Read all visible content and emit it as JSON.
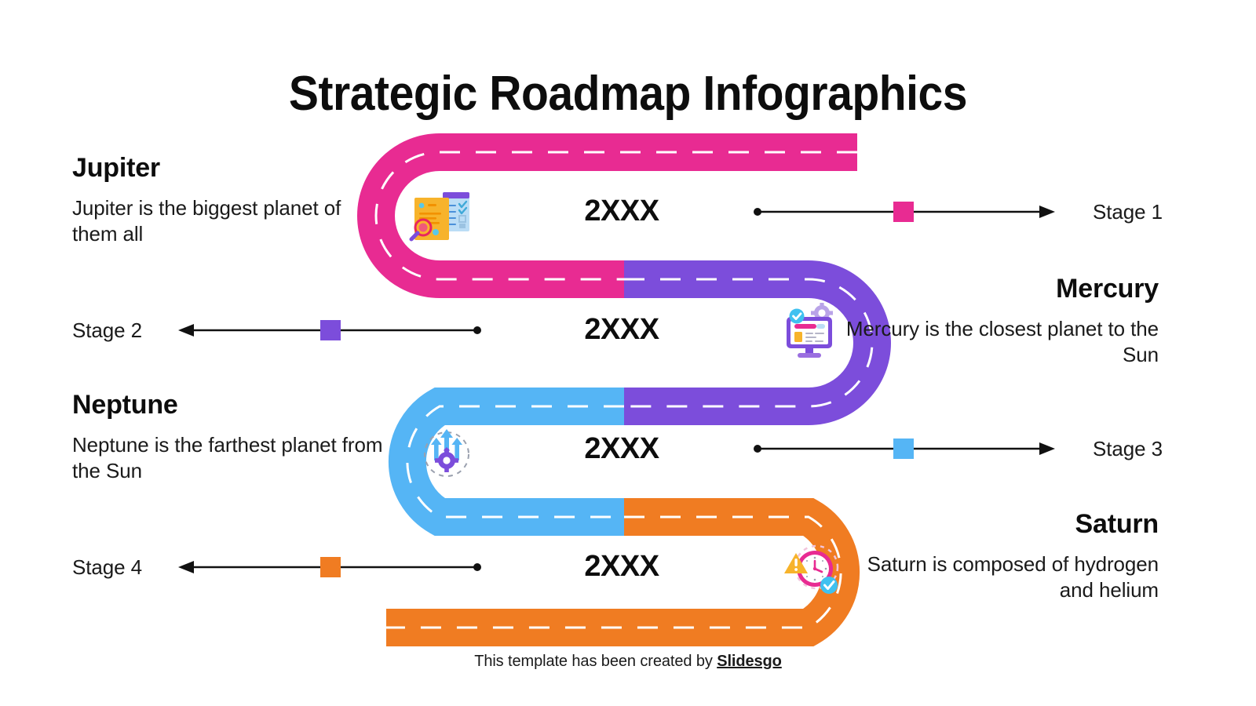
{
  "title": "Strategic Roadmap Infographics",
  "colors": {
    "pink": "#E82B92",
    "purple": "#7C4DDB",
    "blue": "#55B5F5",
    "orange": "#F07C22",
    "text": "#0d0d0d",
    "line": "#111111"
  },
  "blocks": [
    {
      "id": "jupiter",
      "heading": "Jupiter",
      "body": "Jupiter is the biggest planet of them all",
      "align": "left"
    },
    {
      "id": "mercury",
      "heading": "Mercury",
      "body": "Mercury is the closest planet to the Sun",
      "align": "right"
    },
    {
      "id": "neptune",
      "heading": "Neptune",
      "body": "Neptune is the farthest planet from the Sun",
      "align": "left"
    },
    {
      "id": "saturn",
      "heading": "Saturn",
      "body": "Saturn is composed of hydrogen and helium",
      "align": "right"
    }
  ],
  "years": [
    {
      "label": "2XXX"
    },
    {
      "label": "2XXX"
    },
    {
      "label": "2XXX"
    },
    {
      "label": "2XXX"
    }
  ],
  "stages": [
    {
      "label": "Stage 1",
      "color": "#E82B92",
      "direction": "right"
    },
    {
      "label": "Stage 2",
      "color": "#7C4DDB",
      "direction": "left"
    },
    {
      "label": "Stage 3",
      "color": "#55B5F5",
      "direction": "right"
    },
    {
      "label": "Stage 4",
      "color": "#F07C22",
      "direction": "left"
    }
  ],
  "icons": [
    {
      "name": "document-search-icon",
      "description": "orange document with magnifier and blue checklist"
    },
    {
      "name": "monitor-settings-icon",
      "description": "purple monitor with gear and check badge"
    },
    {
      "name": "growth-gear-icon",
      "description": "blue up arrows with purple gear"
    },
    {
      "name": "clock-alert-icon",
      "description": "pink clock with warning triangle and check badge"
    }
  ],
  "footer": {
    "prefix": "This template has been created by ",
    "brand": "Slidesgo"
  },
  "chart_data": {
    "type": "diagram",
    "title": "Strategic Roadmap Infographics",
    "segments": [
      {
        "stage": "Stage 1",
        "year": "2XXX",
        "planet": "Jupiter",
        "color": "#E82B92"
      },
      {
        "stage": "Stage 2",
        "year": "2XXX",
        "planet": "Mercury",
        "color": "#7C4DDB"
      },
      {
        "stage": "Stage 3",
        "year": "2XXX",
        "planet": "Neptune",
        "color": "#55B5F5"
      },
      {
        "stage": "Stage 4",
        "year": "2XXX",
        "planet": "Saturn",
        "color": "#F07C22"
      }
    ]
  }
}
